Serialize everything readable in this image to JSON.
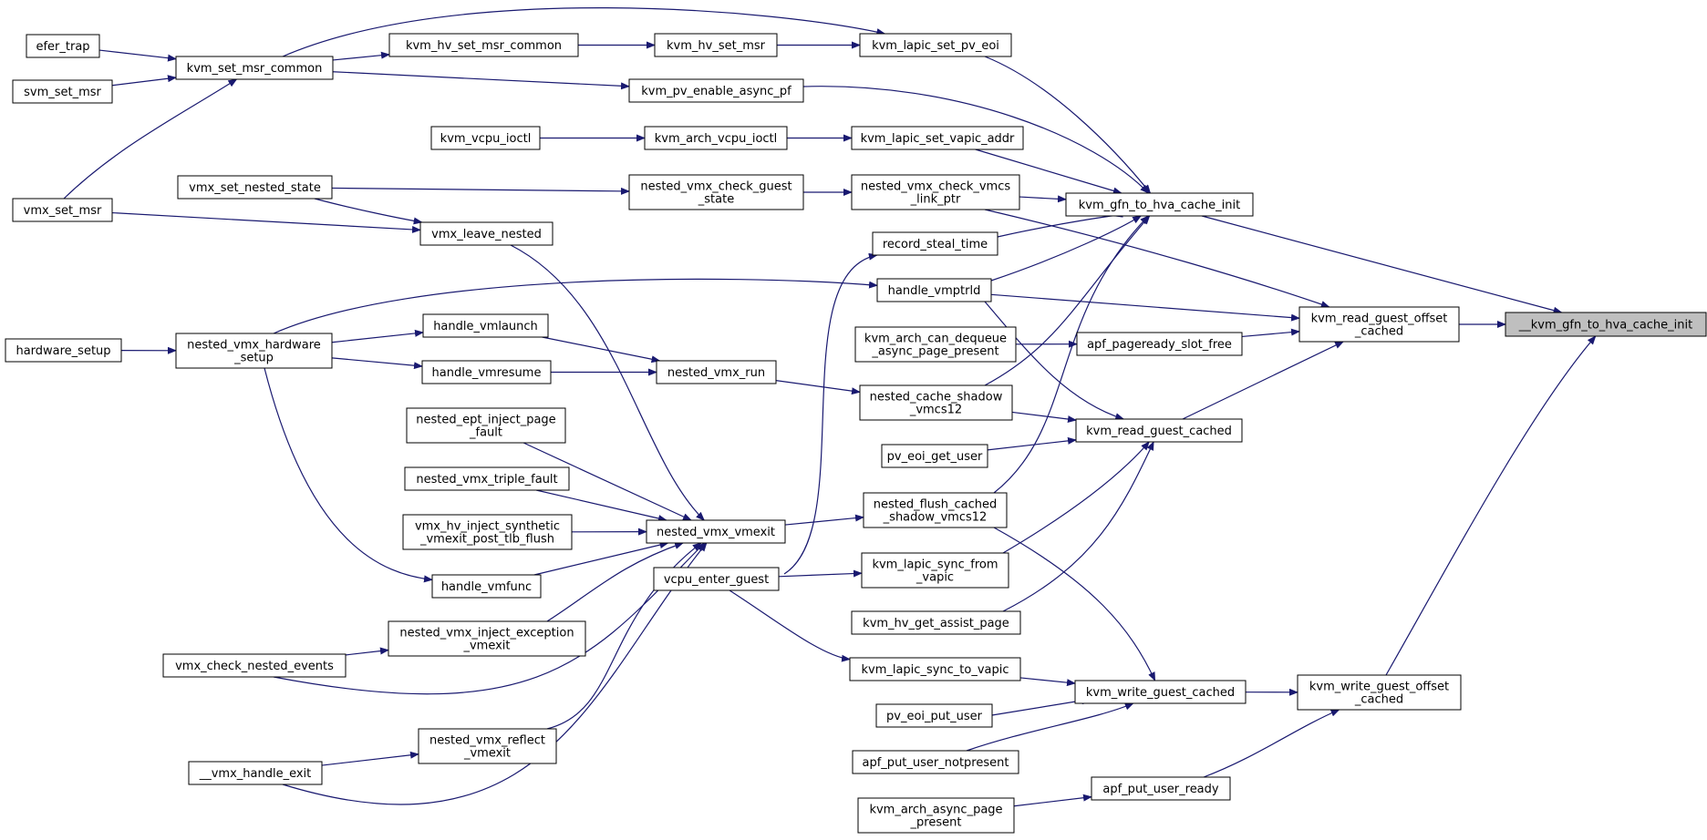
{
  "colors": {
    "edge": "#191970",
    "node_border": "#000000",
    "truncated_border": "#ff0000",
    "focus_fill": "#bfbfbf",
    "background": "#ffffff"
  },
  "nodes": [
    {
      "id": "gfn_hva_cache_init",
      "lines": [
        "__kvm_gfn_to_hva_cache_init"
      ],
      "kind": "focus"
    },
    {
      "id": "efer_trap",
      "lines": [
        "efer_trap"
      ]
    },
    {
      "id": "svm_set_msr",
      "lines": [
        "svm_set_msr"
      ]
    },
    {
      "id": "vmx_set_msr",
      "lines": [
        "vmx_set_msr"
      ]
    },
    {
      "id": "hardware_setup",
      "lines": [
        "hardware_setup"
      ]
    },
    {
      "id": "vmx_check_nested_events",
      "lines": [
        "vmx_check_nested_events"
      ]
    },
    {
      "id": "vmx_handle_exit",
      "lines": [
        "__vmx_handle_exit"
      ],
      "kind": "truncated"
    },
    {
      "id": "kvm_set_msr_common",
      "lines": [
        "kvm_set_msr_common"
      ]
    },
    {
      "id": "vmx_set_nested_state",
      "lines": [
        "vmx_set_nested_state"
      ]
    },
    {
      "id": "nested_vmx_hardware_setup",
      "lines": [
        "nested_vmx_hardware",
        "_setup"
      ]
    },
    {
      "id": "kvm_hv_set_msr_common",
      "lines": [
        "kvm_hv_set_msr_common"
      ]
    },
    {
      "id": "kvm_vcpu_ioctl",
      "lines": [
        "kvm_vcpu_ioctl"
      ]
    },
    {
      "id": "vmx_leave_nested",
      "lines": [
        "vmx_leave_nested"
      ],
      "kind": "truncated"
    },
    {
      "id": "handle_vmlaunch",
      "lines": [
        "handle_vmlaunch"
      ]
    },
    {
      "id": "handle_vmresume",
      "lines": [
        "handle_vmresume"
      ]
    },
    {
      "id": "nested_ept_inject_page_fault",
      "lines": [
        "nested_ept_inject_page",
        "_fault"
      ],
      "kind": "truncated"
    },
    {
      "id": "nested_vmx_triple_fault",
      "lines": [
        "nested_vmx_triple_fault"
      ]
    },
    {
      "id": "vmx_hv_inject_synthetic",
      "lines": [
        "vmx_hv_inject_synthetic",
        "_vmexit_post_tlb_flush"
      ]
    },
    {
      "id": "handle_vmfunc",
      "lines": [
        "handle_vmfunc"
      ]
    },
    {
      "id": "nested_vmx_inject_exception",
      "lines": [
        "nested_vmx_inject_exception",
        "_vmexit"
      ]
    },
    {
      "id": "nested_vmx_reflect_vmexit",
      "lines": [
        "nested_vmx_reflect",
        "_vmexit"
      ]
    },
    {
      "id": "kvm_hv_set_msr",
      "lines": [
        "kvm_hv_set_msr"
      ]
    },
    {
      "id": "kvm_pv_enable_async_pf",
      "lines": [
        "kvm_pv_enable_async_pf"
      ]
    },
    {
      "id": "kvm_arch_vcpu_ioctl",
      "lines": [
        "kvm_arch_vcpu_ioctl"
      ]
    },
    {
      "id": "nested_vmx_check_guest_state",
      "lines": [
        "nested_vmx_check_guest",
        "_state"
      ]
    },
    {
      "id": "nested_vmx_run",
      "lines": [
        "nested_vmx_run"
      ]
    },
    {
      "id": "nested_vmx_vmexit",
      "lines": [
        "nested_vmx_vmexit"
      ]
    },
    {
      "id": "vcpu_enter_guest",
      "lines": [
        "vcpu_enter_guest"
      ],
      "kind": "truncated"
    },
    {
      "id": "kvm_lapic_set_pv_eoi",
      "lines": [
        "kvm_lapic_set_pv_eoi"
      ]
    },
    {
      "id": "kvm_lapic_set_vapic_addr",
      "lines": [
        "kvm_lapic_set_vapic_addr"
      ]
    },
    {
      "id": "nested_vmx_check_vmcs_link_ptr",
      "lines": [
        "nested_vmx_check_vmcs",
        "_link_ptr"
      ]
    },
    {
      "id": "record_steal_time",
      "lines": [
        "record_steal_time"
      ]
    },
    {
      "id": "handle_vmptrld",
      "lines": [
        "handle_vmptrld"
      ]
    },
    {
      "id": "kvm_arch_can_dequeue",
      "lines": [
        "kvm_arch_can_dequeue",
        "_async_page_present"
      ],
      "kind": "truncated"
    },
    {
      "id": "nested_cache_shadow_vmcs12",
      "lines": [
        "nested_cache_shadow",
        "_vmcs12"
      ]
    },
    {
      "id": "pv_eoi_get_user",
      "lines": [
        "pv_eoi_get_user"
      ],
      "kind": "truncated"
    },
    {
      "id": "nested_flush_cached_shadow_vmcs12",
      "lines": [
        "nested_flush_cached",
        "_shadow_vmcs12"
      ]
    },
    {
      "id": "kvm_lapic_sync_from_vapic",
      "lines": [
        "kvm_lapic_sync_from",
        "_vapic"
      ]
    },
    {
      "id": "kvm_hv_get_assist_page",
      "lines": [
        "kvm_hv_get_assist_page"
      ],
      "kind": "truncated"
    },
    {
      "id": "kvm_lapic_sync_to_vapic",
      "lines": [
        "kvm_lapic_sync_to_vapic"
      ]
    },
    {
      "id": "pv_eoi_put_user",
      "lines": [
        "pv_eoi_put_user"
      ],
      "kind": "truncated"
    },
    {
      "id": "apf_put_user_notpresent",
      "lines": [
        "apf_put_user_notpresent"
      ],
      "kind": "truncated"
    },
    {
      "id": "kvm_arch_async_page_present",
      "lines": [
        "kvm_arch_async_page",
        "_present"
      ],
      "kind": "truncated"
    },
    {
      "id": "kvm_gfn_to_hva_cache_init",
      "lines": [
        "kvm_gfn_to_hva_cache_init"
      ]
    },
    {
      "id": "apf_pageready_slot_free",
      "lines": [
        "apf_pageready_slot_free"
      ]
    },
    {
      "id": "kvm_read_guest_cached",
      "lines": [
        "kvm_read_guest_cached"
      ]
    },
    {
      "id": "kvm_write_guest_cached",
      "lines": [
        "kvm_write_guest_cached"
      ]
    },
    {
      "id": "apf_put_user_ready",
      "lines": [
        "apf_put_user_ready"
      ]
    },
    {
      "id": "kvm_read_guest_offset_cached",
      "lines": [
        "kvm_read_guest_offset",
        "_cached"
      ]
    },
    {
      "id": "kvm_write_guest_offset_cached",
      "lines": [
        "kvm_write_guest_offset",
        "_cached"
      ]
    }
  ],
  "edges": [
    [
      "efer_trap",
      "kvm_set_msr_common"
    ],
    [
      "svm_set_msr",
      "kvm_set_msr_common"
    ],
    [
      "vmx_set_msr",
      "kvm_set_msr_common"
    ],
    [
      "vmx_set_msr",
      "vmx_leave_nested"
    ],
    [
      "hardware_setup",
      "nested_vmx_hardware_setup"
    ],
    [
      "vmx_check_nested_events",
      "nested_vmx_inject_exception"
    ],
    [
      "vmx_check_nested_events",
      "nested_vmx_vmexit"
    ],
    [
      "vmx_handle_exit",
      "nested_vmx_reflect_vmexit"
    ],
    [
      "vmx_handle_exit",
      "nested_vmx_vmexit"
    ],
    [
      "kvm_set_msr_common",
      "kvm_hv_set_msr_common"
    ],
    [
      "kvm_set_msr_common",
      "kvm_pv_enable_async_pf"
    ],
    [
      "kvm_set_msr_common",
      "kvm_lapic_set_pv_eoi"
    ],
    [
      "vmx_set_nested_state",
      "vmx_leave_nested"
    ],
    [
      "vmx_set_nested_state",
      "nested_vmx_check_guest_state"
    ],
    [
      "nested_vmx_hardware_setup",
      "handle_vmlaunch"
    ],
    [
      "nested_vmx_hardware_setup",
      "handle_vmresume"
    ],
    [
      "nested_vmx_hardware_setup",
      "handle_vmfunc"
    ],
    [
      "nested_vmx_hardware_setup",
      "handle_vmptrld"
    ],
    [
      "kvm_hv_set_msr_common",
      "kvm_hv_set_msr"
    ],
    [
      "kvm_vcpu_ioctl",
      "kvm_arch_vcpu_ioctl"
    ],
    [
      "vmx_leave_nested",
      "nested_vmx_vmexit"
    ],
    [
      "handle_vmlaunch",
      "nested_vmx_run"
    ],
    [
      "handle_vmresume",
      "nested_vmx_run"
    ],
    [
      "nested_ept_inject_page_fault",
      "nested_vmx_vmexit"
    ],
    [
      "nested_vmx_triple_fault",
      "nested_vmx_vmexit"
    ],
    [
      "vmx_hv_inject_synthetic",
      "nested_vmx_vmexit"
    ],
    [
      "handle_vmfunc",
      "nested_vmx_vmexit"
    ],
    [
      "nested_vmx_inject_exception",
      "nested_vmx_vmexit"
    ],
    [
      "nested_vmx_reflect_vmexit",
      "nested_vmx_vmexit"
    ],
    [
      "kvm_hv_set_msr",
      "kvm_lapic_set_pv_eoi"
    ],
    [
      "kvm_pv_enable_async_pf",
      "kvm_gfn_to_hva_cache_init"
    ],
    [
      "kvm_arch_vcpu_ioctl",
      "kvm_lapic_set_vapic_addr"
    ],
    [
      "nested_vmx_check_guest_state",
      "nested_vmx_check_vmcs_link_ptr"
    ],
    [
      "nested_vmx_run",
      "nested_cache_shadow_vmcs12"
    ],
    [
      "nested_vmx_vmexit",
      "nested_flush_cached_shadow_vmcs12"
    ],
    [
      "vcpu_enter_guest",
      "record_steal_time"
    ],
    [
      "vcpu_enter_guest",
      "kvm_lapic_sync_from_vapic"
    ],
    [
      "vcpu_enter_guest",
      "kvm_lapic_sync_to_vapic"
    ],
    [
      "kvm_lapic_set_pv_eoi",
      "kvm_gfn_to_hva_cache_init"
    ],
    [
      "kvm_lapic_set_vapic_addr",
      "kvm_gfn_to_hva_cache_init"
    ],
    [
      "nested_vmx_check_vmcs_link_ptr",
      "kvm_gfn_to_hva_cache_init"
    ],
    [
      "nested_vmx_check_vmcs_link_ptr",
      "kvm_read_guest_offset_cached"
    ],
    [
      "record_steal_time",
      "kvm_gfn_to_hva_cache_init"
    ],
    [
      "handle_vmptrld",
      "kvm_gfn_to_hva_cache_init"
    ],
    [
      "handle_vmptrld",
      "kvm_read_guest_offset_cached"
    ],
    [
      "handle_vmptrld",
      "kvm_read_guest_cached"
    ],
    [
      "kvm_arch_can_dequeue",
      "apf_pageready_slot_free"
    ],
    [
      "nested_cache_shadow_vmcs12",
      "kvm_gfn_to_hva_cache_init"
    ],
    [
      "nested_cache_shadow_vmcs12",
      "kvm_read_guest_cached"
    ],
    [
      "pv_eoi_get_user",
      "kvm_read_guest_cached"
    ],
    [
      "nested_flush_cached_shadow_vmcs12",
      "kvm_gfn_to_hva_cache_init"
    ],
    [
      "nested_flush_cached_shadow_vmcs12",
      "kvm_write_guest_cached"
    ],
    [
      "kvm_lapic_sync_from_vapic",
      "kvm_read_guest_cached"
    ],
    [
      "kvm_hv_get_assist_page",
      "kvm_read_guest_cached"
    ],
    [
      "kvm_lapic_sync_to_vapic",
      "kvm_write_guest_cached"
    ],
    [
      "pv_eoi_put_user",
      "kvm_write_guest_cached"
    ],
    [
      "apf_put_user_notpresent",
      "kvm_write_guest_cached"
    ],
    [
      "kvm_arch_async_page_present",
      "apf_put_user_ready"
    ],
    [
      "kvm_gfn_to_hva_cache_init",
      "gfn_hva_cache_init"
    ],
    [
      "apf_pageready_slot_free",
      "kvm_read_guest_offset_cached"
    ],
    [
      "kvm_read_guest_cached",
      "kvm_read_guest_offset_cached"
    ],
    [
      "kvm_write_guest_cached",
      "kvm_write_guest_offset_cached"
    ],
    [
      "apf_put_user_ready",
      "kvm_write_guest_offset_cached"
    ],
    [
      "kvm_read_guest_offset_cached",
      "gfn_hva_cache_init"
    ],
    [
      "kvm_write_guest_offset_cached",
      "gfn_hva_cache_init"
    ]
  ]
}
